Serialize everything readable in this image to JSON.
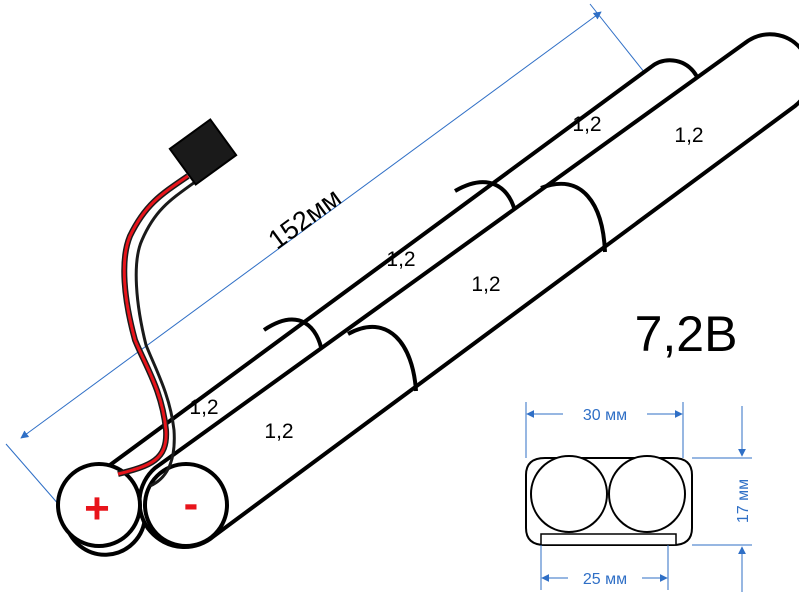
{
  "pack": {
    "length_label": "152мм",
    "voltage_label": "7,2В",
    "cell_voltage_labels": [
      "1,2",
      "1,2",
      "1,2",
      "1,2",
      "1,2",
      "1,2"
    ],
    "positive_symbol": "+",
    "negative_symbol": "-"
  },
  "cross_section": {
    "width_top_label": "30 мм",
    "height_label": "17 мм",
    "width_bottom_label": "25 мм"
  },
  "colors": {
    "dimension_lines": "#2f6fc6",
    "polarity_symbols": "#e8141b",
    "red_wire": "#e8141b",
    "black_wire": "#1a1a1a",
    "connector": "#1a1a1a",
    "cell_outline": "#000000"
  }
}
